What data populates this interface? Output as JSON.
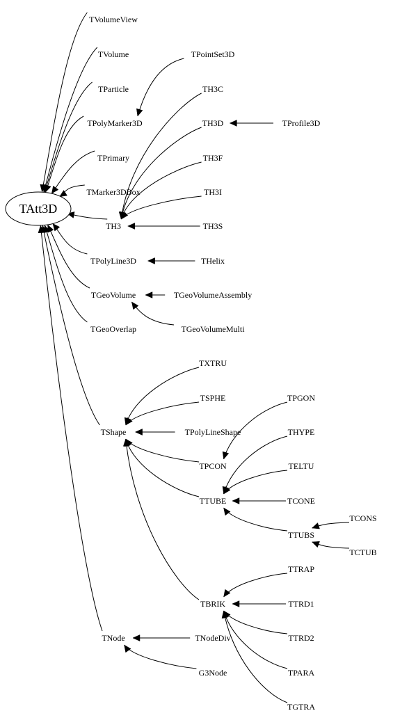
{
  "root": {
    "id": "tatt3d",
    "label": "TAtt3D"
  },
  "nodes": [
    {
      "id": "tvolumeview",
      "label": "TVolumeView"
    },
    {
      "id": "tvolume",
      "label": "TVolume"
    },
    {
      "id": "tparticle",
      "label": "TParticle"
    },
    {
      "id": "tpolymarker3d",
      "label": "TPolyMarker3D"
    },
    {
      "id": "tprimary",
      "label": "TPrimary"
    },
    {
      "id": "tmarker3dbox",
      "label": "TMarker3DBox"
    },
    {
      "id": "th3",
      "label": "TH3"
    },
    {
      "id": "tpolyline3d",
      "label": "TPolyLine3D"
    },
    {
      "id": "tgeovolume",
      "label": "TGeoVolume"
    },
    {
      "id": "tgeooverlap",
      "label": "TGeoOverlap"
    },
    {
      "id": "tpointset3d",
      "label": "TPointSet3D"
    },
    {
      "id": "th3c",
      "label": "TH3C"
    },
    {
      "id": "th3d",
      "label": "TH3D"
    },
    {
      "id": "tprofile3d",
      "label": "TProfile3D"
    },
    {
      "id": "th3f",
      "label": "TH3F"
    },
    {
      "id": "th3i",
      "label": "TH3I"
    },
    {
      "id": "th3s",
      "label": "TH3S"
    },
    {
      "id": "thelix",
      "label": "THelix"
    },
    {
      "id": "tgeovolumeassembly",
      "label": "TGeoVolumeAssembly"
    },
    {
      "id": "tgeovolumemulti",
      "label": "TGeoVolumeMulti"
    },
    {
      "id": "tshape",
      "label": "TShape"
    },
    {
      "id": "txtru",
      "label": "TXTRU"
    },
    {
      "id": "tsphe",
      "label": "TSPHE"
    },
    {
      "id": "tpolylineshape",
      "label": "TPolyLineShape"
    },
    {
      "id": "tpcon",
      "label": "TPCON"
    },
    {
      "id": "tpgon",
      "label": "TPGON"
    },
    {
      "id": "thype",
      "label": "THYPE"
    },
    {
      "id": "ttube",
      "label": "TTUBE"
    },
    {
      "id": "teltu",
      "label": "TELTU"
    },
    {
      "id": "tcone",
      "label": "TCONE"
    },
    {
      "id": "ttubs",
      "label": "TTUBS"
    },
    {
      "id": "tcons",
      "label": "TCONS"
    },
    {
      "id": "tctub",
      "label": "TCTUB"
    },
    {
      "id": "tbrik",
      "label": "TBRIK"
    },
    {
      "id": "ttrap",
      "label": "TTRAP"
    },
    {
      "id": "ttrd1",
      "label": "TTRD1"
    },
    {
      "id": "ttrd2",
      "label": "TTRD2"
    },
    {
      "id": "tpara",
      "label": "TPARA"
    },
    {
      "id": "tgtra",
      "label": "TGTRA"
    },
    {
      "id": "tnode",
      "label": "TNode"
    },
    {
      "id": "tnodediv",
      "label": "TNodeDiv"
    },
    {
      "id": "g3node",
      "label": "G3Node"
    }
  ],
  "edges": [
    {
      "from": "tvolumeview",
      "to": "tatt3d"
    },
    {
      "from": "tvolume",
      "to": "tatt3d"
    },
    {
      "from": "tparticle",
      "to": "tatt3d"
    },
    {
      "from": "tpolymarker3d",
      "to": "tatt3d"
    },
    {
      "from": "tprimary",
      "to": "tatt3d"
    },
    {
      "from": "tmarker3dbox",
      "to": "tatt3d"
    },
    {
      "from": "th3",
      "to": "tatt3d"
    },
    {
      "from": "tpolyline3d",
      "to": "tatt3d"
    },
    {
      "from": "tgeovolume",
      "to": "tatt3d"
    },
    {
      "from": "tgeooverlap",
      "to": "tatt3d"
    },
    {
      "from": "tshape",
      "to": "tatt3d"
    },
    {
      "from": "tnode",
      "to": "tatt3d"
    },
    {
      "from": "tpointset3d",
      "to": "tpolymarker3d"
    },
    {
      "from": "th3c",
      "to": "th3"
    },
    {
      "from": "th3d",
      "to": "th3"
    },
    {
      "from": "th3f",
      "to": "th3"
    },
    {
      "from": "th3i",
      "to": "th3"
    },
    {
      "from": "th3s",
      "to": "th3"
    },
    {
      "from": "tprofile3d",
      "to": "th3d"
    },
    {
      "from": "thelix",
      "to": "tpolyline3d"
    },
    {
      "from": "tgeovolumeassembly",
      "to": "tgeovolume"
    },
    {
      "from": "tgeovolumemulti",
      "to": "tgeovolume"
    },
    {
      "from": "txtru",
      "to": "tshape"
    },
    {
      "from": "tsphe",
      "to": "tshape"
    },
    {
      "from": "tpolylineshape",
      "to": "tshape"
    },
    {
      "from": "tpcon",
      "to": "tshape"
    },
    {
      "from": "ttube",
      "to": "tshape"
    },
    {
      "from": "tbrik",
      "to": "tshape"
    },
    {
      "from": "tpgon",
      "to": "tpcon"
    },
    {
      "from": "thype",
      "to": "ttube"
    },
    {
      "from": "teltu",
      "to": "ttube"
    },
    {
      "from": "tcone",
      "to": "ttube"
    },
    {
      "from": "ttubs",
      "to": "ttube"
    },
    {
      "from": "tcons",
      "to": "ttubs"
    },
    {
      "from": "tctub",
      "to": "ttubs"
    },
    {
      "from": "ttrap",
      "to": "tbrik"
    },
    {
      "from": "ttrd1",
      "to": "tbrik"
    },
    {
      "from": "ttrd2",
      "to": "tbrik"
    },
    {
      "from": "tpara",
      "to": "tbrik"
    },
    {
      "from": "tgtra",
      "to": "tbrik"
    },
    {
      "from": "tnodediv",
      "to": "tnode"
    },
    {
      "from": "g3node",
      "to": "tnode"
    }
  ]
}
